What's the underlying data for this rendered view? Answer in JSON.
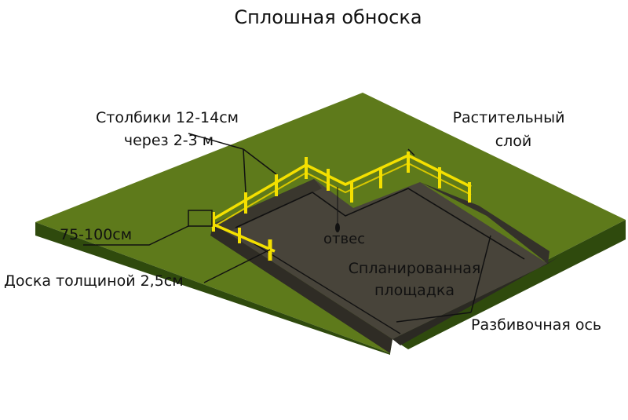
{
  "title": "Сплошная обноска",
  "labels": {
    "posts_line1": "Столбики 12-14см",
    "posts_line2": "через 2-3 м",
    "topsoil_line1": "Растительный",
    "topsoil_line2": "слой",
    "height": "75-100см",
    "board": "Доска толщиной 2,5см",
    "plumb": "отвес",
    "site_line1": "Спланированная",
    "site_line2": "площадка",
    "axis": "Разбивочная ось"
  },
  "colors": {
    "grass_top": "#5e7a1b",
    "grass_side": "#2f4a0d",
    "pit_floor": "#48443a",
    "pit_wall": "#35322a",
    "fence": "#f4e000",
    "line": "#111111"
  }
}
